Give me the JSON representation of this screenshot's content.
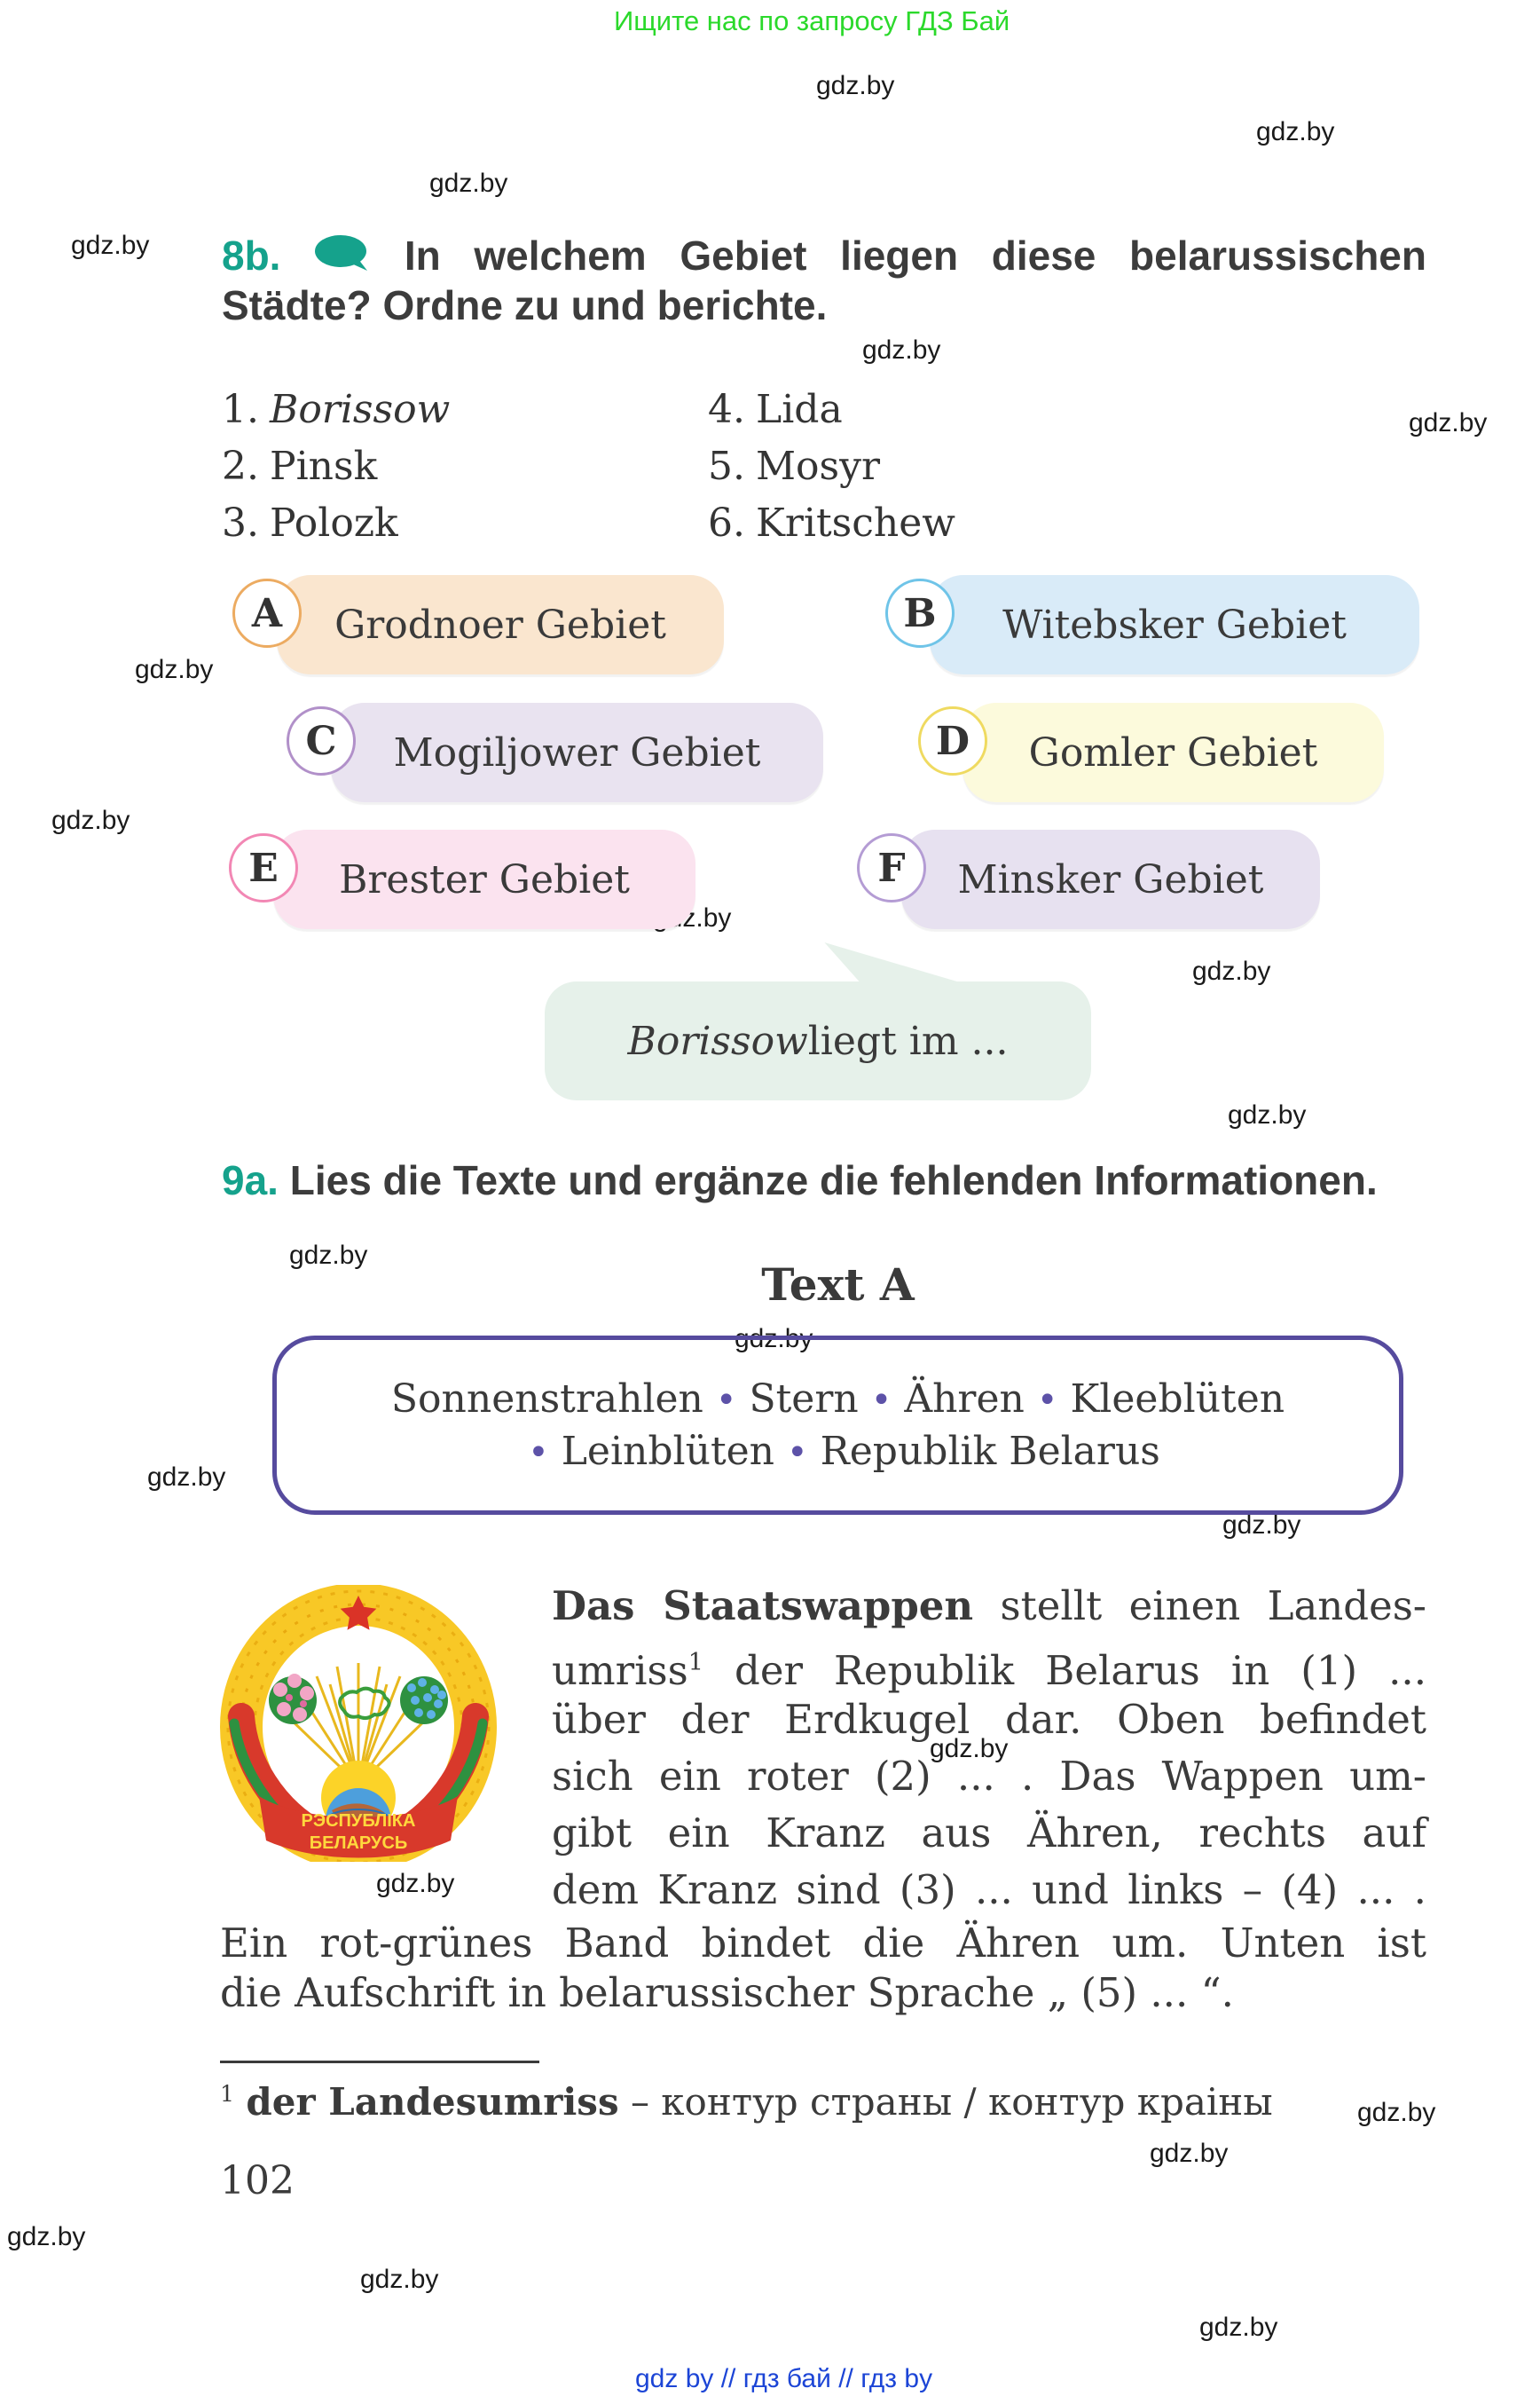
{
  "watermarks": {
    "label": "gdz.by",
    "top_banner": "Ищите нас по запросу ГДЗ Бай",
    "footer_line": "gdz by  //  гдз бай  //  гдз by"
  },
  "exercise_8b": {
    "number": "8b.",
    "title_line1": "In welchem Gebiet liegen diese belarussischen",
    "title_line2": "Städte? Ordne zu und berichte.",
    "cities": [
      {
        "num": "1.",
        "name": "Borissow"
      },
      {
        "num": "2.",
        "name": "Pinsk"
      },
      {
        "num": "3.",
        "name": "Polozk"
      },
      {
        "num": "4.",
        "name": "Lida"
      },
      {
        "num": "5.",
        "name": "Mosyr"
      },
      {
        "num": "6.",
        "name": "Kritschew"
      }
    ],
    "regions": [
      {
        "letter": "A",
        "label": "Grodnoer Gebiet",
        "fill": "#fae6cf",
        "circle_border": "#ecab61"
      },
      {
        "letter": "B",
        "label": "Witebsker Gebiet",
        "fill": "#d9ebf8",
        "circle_border": "#6fc4e8"
      },
      {
        "letter": "C",
        "label": "Mogiljower Gebiet",
        "fill": "#e9e3f0",
        "circle_border": "#b190c9"
      },
      {
        "letter": "D",
        "label": "Gomler Gebiet",
        "fill": "#fcfadc",
        "circle_border": "#efda60"
      },
      {
        "letter": "E",
        "label": "Brester Gebiet",
        "fill": "#fbe3ef",
        "circle_border": "#f287b4"
      },
      {
        "letter": "F",
        "label": "Minsker Gebiet",
        "fill": "#e7e1f0",
        "circle_border": "#b49cd4"
      }
    ],
    "speech_bubble": {
      "city": "Borissow",
      "rest": " liegt im ..."
    }
  },
  "exercise_9a": {
    "number": "9a.",
    "title": "Lies die Texte und ergänze die fehlenden Informationen."
  },
  "text_a": {
    "heading": "Text A",
    "wordbox": {
      "separator": "•",
      "words": [
        "Sonnenstrahlen",
        "Stern",
        "Ähren",
        "Kleeblüten",
        "Leinblüten",
        "Republik Belarus"
      ]
    },
    "paragraph": {
      "line1_bold": "Das Staatswappen",
      "line1_rest": " stellt einen Landes-",
      "line2_pre": "umriss",
      "line2_sup": "1",
      "line2_rest": " der Republik Belarus in (1) ...",
      "line3": "über der Erdkugel dar. Oben befindet",
      "line4": "sich ein roter (2) ... . Das Wappen um-",
      "line5": "gibt ein Kranz aus Ähren, rechts auf",
      "line6": "dem Kranz sind (3) ... und links – (4) ... .",
      "line7": "Ein rot-grünes Band bindet die Ähren um. Unten ist",
      "line8": "die Aufschrift in belarussischer Sprache „ (5) ... “."
    },
    "emblem": {
      "banner_line1": "РЭСПУБЛІКА",
      "banner_line2": "БЕЛАРУСЬ"
    }
  },
  "footnote": {
    "sup": "1",
    "term": "der Landesumriss",
    "rest": " – контур страны / контур краіны"
  },
  "page_number": "102",
  "colors": {
    "accent_teal": "#15a28c",
    "heading_text": "#3c3c3c",
    "body_text": "#3b3b3b",
    "watermark_green": "#2bd92b",
    "footer_blue": "#1c45d6",
    "wordbox_purple": "#564b9e",
    "bullet_purple": "#5d52a8",
    "bubble_mint": "#e6f1ea"
  }
}
